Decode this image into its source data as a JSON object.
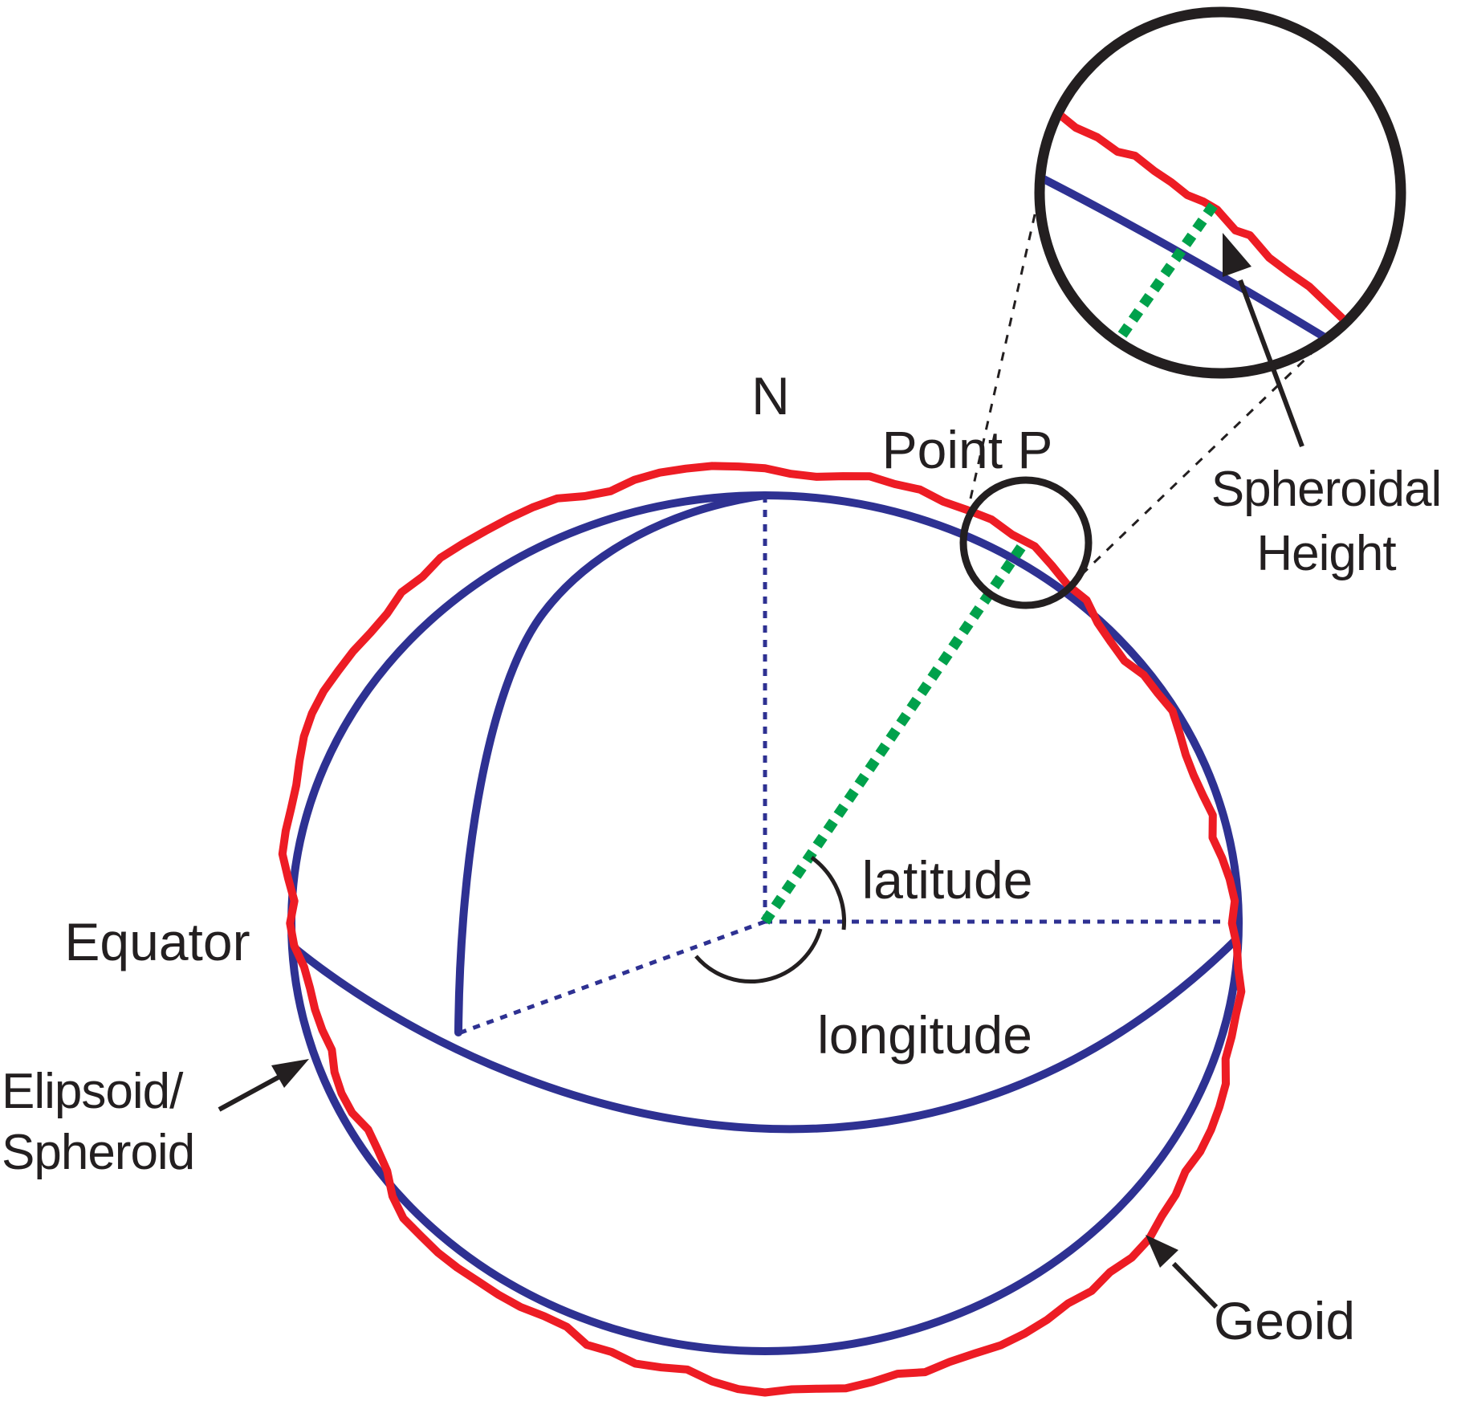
{
  "title": "Geoid and Ellipsoid/Spheroid relationship diagram",
  "labels": {
    "north_pole": "N",
    "point_p": "Point P",
    "latitude": "latitude",
    "longitude": "longitude",
    "equator": "Equator",
    "ellipsoid_line1": "Elipsoid/",
    "ellipsoid_line2": "Spheroid",
    "geoid": "Geoid",
    "spheroidal_height_line1": "Spheroidal",
    "spheroidal_height_line2": "Height"
  },
  "colors": {
    "ellipsoid_blue": "#2E3192",
    "geoid_red": "#ED1C24",
    "height_green": "#00A14B",
    "ink_black": "#231F20",
    "background": "#FFFFFF"
  },
  "legend_semantics": {
    "blue_solid": "ellipsoid / spheroid surface and equator",
    "blue_dashed": "polar axis and equatorial radii from earth center",
    "red_jagged": "geoid surface",
    "green_dotted": "radius to Point P / spheroidal height segment",
    "black_circles": "magnifier callout around Point P"
  }
}
